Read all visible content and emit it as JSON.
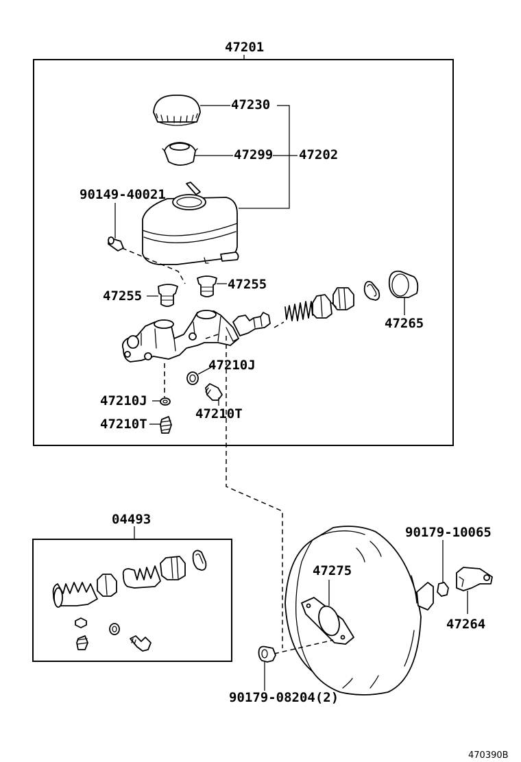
{
  "labels": {
    "assembly": "47201",
    "cap": "47230",
    "strainer": "47299",
    "reservoir": "47202",
    "pin": "90149-40021",
    "grommet_left": "47255",
    "grommet_right": "47255",
    "cylinder_kit": "47265",
    "gasket_upper": "47210J",
    "gasket_lower": "47210J",
    "bolt_upper": "47210T",
    "bolt_lower": "47210T",
    "repair_kit": "04493",
    "booster": "47275",
    "nut_right": "90179-10065",
    "bracket": "47264",
    "nut_bottom": "90179-08204(2)",
    "diagram_code": "470390B"
  }
}
